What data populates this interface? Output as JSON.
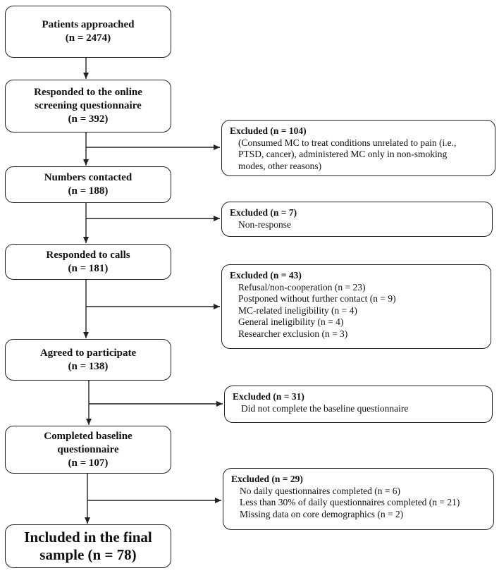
{
  "main_boxes": [
    {
      "lines": [
        "Patients approached",
        "(n = 2474)"
      ]
    },
    {
      "lines": [
        "Responded to the online",
        "screening questionnaire",
        "(n = 392)"
      ]
    },
    {
      "lines": [
        "Numbers contacted",
        "(n = 188)"
      ]
    },
    {
      "lines": [
        "Responded to calls",
        "(n = 181)"
      ]
    },
    {
      "lines": [
        "Agreed to participate",
        "(n = 138)"
      ]
    },
    {
      "lines": [
        "Completed baseline",
        "questionnaire",
        "(n = 107)"
      ]
    },
    {
      "lines": [
        "Included in the final",
        "sample (n = 78)"
      ]
    }
  ],
  "exclusion_boxes": [
    {
      "header": "Excluded (n = 104)",
      "items": [
        "(Consumed MC to treat conditions unrelated to pain (i.e.,",
        "PTSD, cancer), administered MC only in non-smoking",
        "modes, other reasons)"
      ]
    },
    {
      "header": "Excluded (n = 7)",
      "items": [
        "Non-response"
      ]
    },
    {
      "header": "Excluded (n = 43)",
      "items": [
        "Refusal/non-cooperation (n = 23)",
        "Postponed without further contact (n = 9)",
        "MC-related ineligibility (n = 4)",
        "General ineligibility (n = 4)",
        "Researcher exclusion (n = 3)"
      ]
    },
    {
      "header": "Excluded (n = 31)",
      "items": [
        "Did not complete the baseline questionnaire"
      ]
    },
    {
      "header": "Excluded (n = 29)",
      "items": [
        "No daily questionnaires completed (n = 6)",
        "Less than 30% of daily questionnaires completed (n = 21)",
        "Missing data on core demographics (n = 2)"
      ]
    }
  ]
}
